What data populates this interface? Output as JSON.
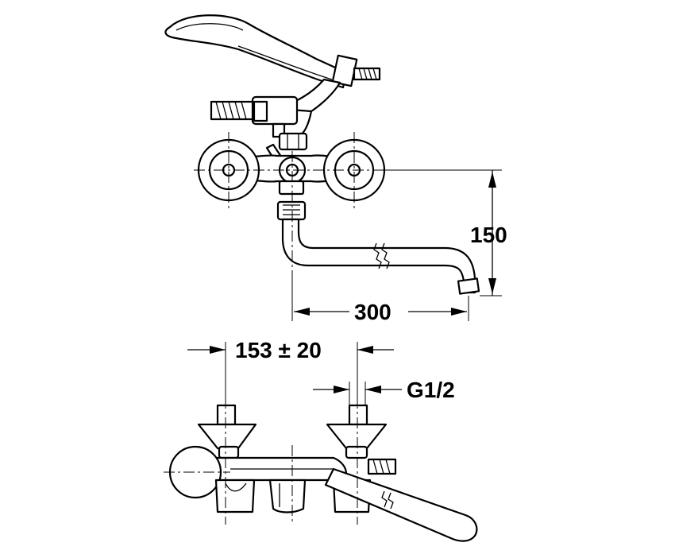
{
  "dimensions": {
    "spout_height": "150",
    "spout_reach": "300",
    "inlet_spacing": "153 ± 20",
    "thread": "G1/2"
  }
}
